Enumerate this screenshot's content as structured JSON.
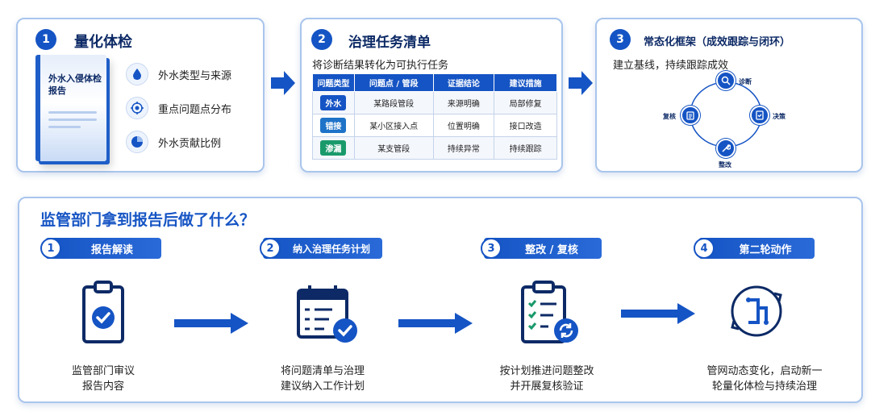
{
  "card1": {
    "number": "1",
    "title": "量化体检",
    "book_title": "外水入侵体检报告",
    "features": [
      {
        "icon": "water-drop-icon",
        "label": "外水类型与来源"
      },
      {
        "icon": "target-icon",
        "label": "重点问题点分布"
      },
      {
        "icon": "pie-chart-icon",
        "label": "外水贡献比例"
      }
    ]
  },
  "card2": {
    "number": "2",
    "title": "治理任务清单",
    "subtitle": "将诊断结果转化为可执行任务",
    "headers": [
      "问题类型",
      "问题点 / 管段",
      "证据结论",
      "建议措施"
    ],
    "rows": [
      {
        "tag": "外水",
        "tag_color": "#1554c4",
        "point": "某路段管段",
        "evidence": "来源明确",
        "action": "局部修复"
      },
      {
        "tag": "错接",
        "tag_color": "#1e73c8",
        "point": "某小区接入点",
        "evidence": "位置明确",
        "action": "接口改造"
      },
      {
        "tag": "渗漏",
        "tag_color": "#1a9a6b",
        "point": "某支管段",
        "evidence": "持续异常",
        "action": "持续跟踪"
      }
    ]
  },
  "card3": {
    "number": "3",
    "title": "常态化框架（成效跟踪与闭环）",
    "subtitle": "建立基线，持续跟踪成效",
    "cycle": {
      "top": "诊断",
      "right": "决策",
      "bottom": "整改",
      "left": "复核"
    }
  },
  "bottom": {
    "title": "监管部门拿到报告后做了什么？",
    "steps": [
      {
        "number": "1",
        "label": "报告解读",
        "icon": "clipboard-check-icon",
        "desc_line1": "监管部门审议",
        "desc_line2": "报告内容"
      },
      {
        "number": "2",
        "label": "纳入治理任务计划",
        "icon": "calendar-checklist-icon",
        "desc_line1": "将问题清单与治理",
        "desc_line2": "建议纳入工作计划"
      },
      {
        "number": "3",
        "label": "整改 / 复核",
        "icon": "checklist-refresh-icon",
        "desc_line1": "按计划推进问题整改",
        "desc_line2": "并开展复核验证"
      },
      {
        "number": "4",
        "label": "第二轮动作",
        "icon": "pipe-cycle-icon",
        "desc_line1": "管网动态变化，启动新一",
        "desc_line2": "轮量化体检与持续治理"
      }
    ]
  },
  "colors": {
    "primary": "#1554c4",
    "title_dark": "#0d2a66",
    "border": "#a9c5ec"
  }
}
